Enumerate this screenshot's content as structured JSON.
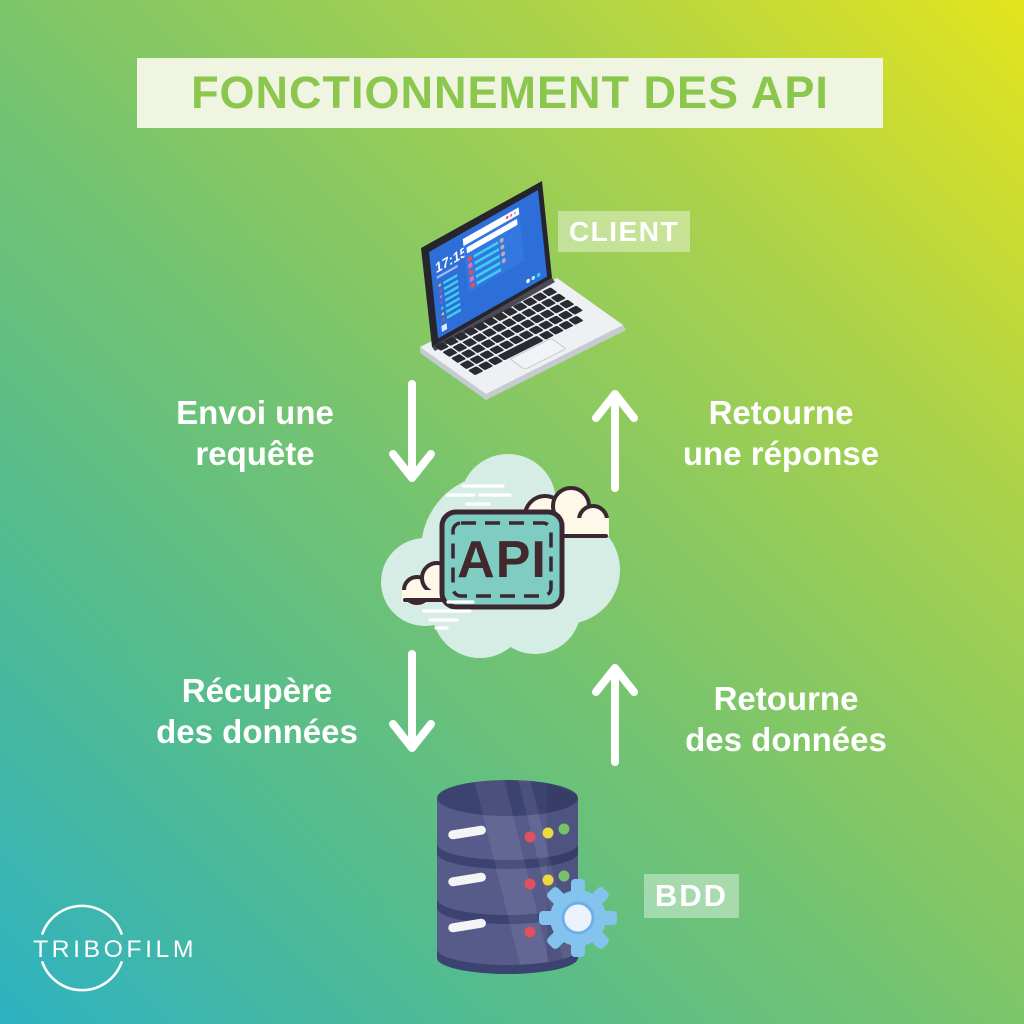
{
  "header": {
    "title": "FONCTIONNEMENT DES API"
  },
  "nodes": {
    "client": {
      "label": "CLIENT",
      "screen_time": "17:15",
      "icon": "laptop-icon"
    },
    "api": {
      "label": "API",
      "icon": "api-cloud-icon"
    },
    "database": {
      "label": "BDD",
      "icon": "database-icon",
      "accent_icon": "gear-icon"
    }
  },
  "flows": {
    "send_request": {
      "line1": "Envoi une",
      "line2": "requête",
      "direction": "down"
    },
    "return_response": {
      "line1": "Retourne",
      "line2": "une réponse",
      "direction": "up"
    },
    "fetch_data": {
      "line1": "Récupère",
      "line2": "des données",
      "direction": "down"
    },
    "return_data": {
      "line1": "Retourne",
      "line2": "des données",
      "direction": "up"
    }
  },
  "logo": {
    "text": "TRIBOFILM"
  },
  "icons": {
    "laptop-icon": "isometric laptop illustration",
    "api-cloud-icon": "cloud with teal API chip",
    "database-icon": "stacked purple cylinder database",
    "gear-icon": "blue cog wheel",
    "arrow-down-icon": "white stick arrow down",
    "arrow-up-icon": "white stick arrow up",
    "logo-circle-icon": "white broken circle"
  },
  "colors": {
    "bg_gradient": [
      "#2eb2c2",
      "#7cc56a",
      "#e4e41d"
    ],
    "banner_bg": "#f0f5e2",
    "title_text": "#8bc64d",
    "flow_text": "#ffffff",
    "tag_bg": "rgba(255,255,255,0.40)",
    "api_chip": "#7fccc3",
    "api_outline": "#3a2730",
    "api_cloud": "#d6ede6",
    "small_cloud": "#fdf8e8",
    "database_body": "#565b8a",
    "database_dark": "#3d4370",
    "gear": "#85c3ef",
    "laptop_screen": "#2d6ed8",
    "dot_red": "#e0505f",
    "dot_yellow": "#ecd93f",
    "dot_green": "#77c06c"
  }
}
